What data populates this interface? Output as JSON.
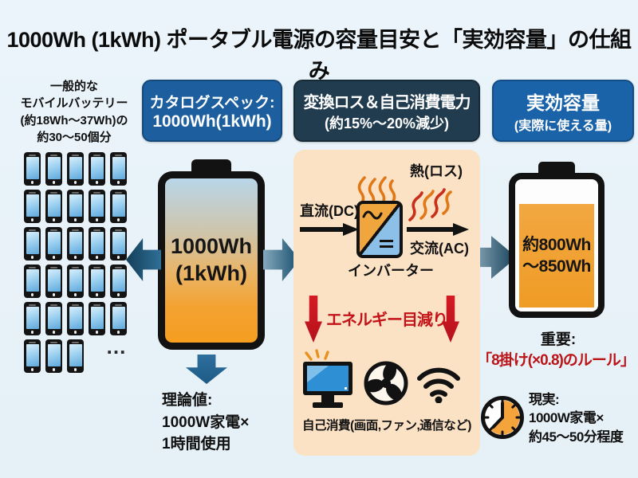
{
  "title": "1000Wh (1kWh) ポータブル電源の容量目安と「実効容量」の仕組み",
  "left_panel": {
    "caption_line1": "一般的な",
    "caption_line2": "モバイルバッテリー",
    "caption_line3": "(約18Wh～37Wh)の",
    "caption_line4": "約30～50個分",
    "phone_rows": [
      5,
      5,
      5,
      5,
      5,
      3
    ],
    "ellipsis": "…"
  },
  "catalog_section": {
    "header_line1": "カタログスペック:",
    "header_line2": "1000Wh(1kWh)",
    "battery_line1": "1000Wh",
    "battery_line2": "(1kWh)",
    "theory_line1": "理論値:",
    "theory_line2": "1000W家電×",
    "theory_line3": "1時間使用"
  },
  "conversion_section": {
    "header_line1": "変換ロス＆自己消費電力",
    "header_line2": "(約15%～20%減少)",
    "heat_label": "熱(ロス)",
    "dc_label": "直流(DC)",
    "ac_label": "交流(AC)",
    "inverter_label": "インバーター",
    "energy_loss_label": "エネルギー目減り",
    "self_consumption_label": "自己消費(画面,ファン,通信など)"
  },
  "effective_section": {
    "header_line1": "実効容量",
    "header_line2": "(実際に使える量)",
    "battery_line1": "約800Wh",
    "battery_line2": "～850Wh",
    "important_label": "重要:",
    "rule_label": "「8掛け(×0.8)のルール」",
    "reality_line1": "現実:",
    "reality_line2": "1000W家電×",
    "reality_line3": "約45～50分程度"
  },
  "colors": {
    "background": "#e8f2f8",
    "header_blue": "#1d5f9e",
    "header_navy": "#203c4e",
    "header_blue_right": "#1a63a8",
    "panel_peach": "#fbe2c5",
    "battery_orange": "#f2a02c",
    "battery_top_blue": "#b9d6e9",
    "arrow_teal": "#1b5a7d",
    "energy_loss_red": "#c41318",
    "rule_red": "#bb1518",
    "heat_orange": "#e07818"
  }
}
